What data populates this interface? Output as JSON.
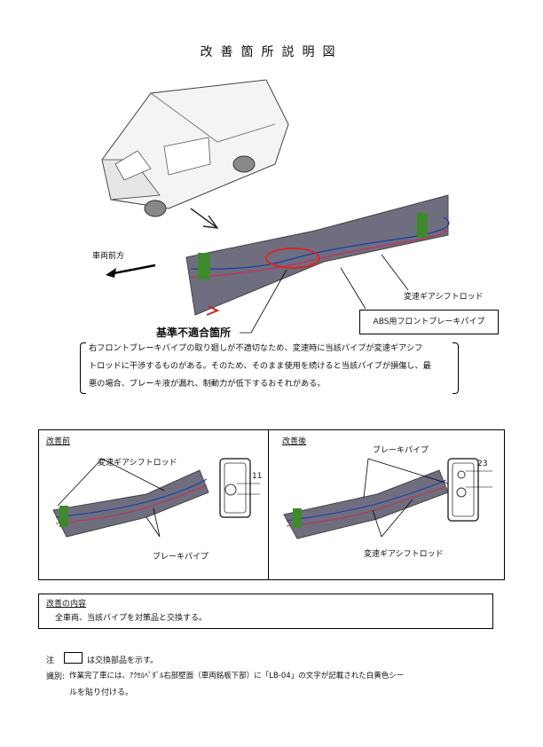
{
  "title": "改善箇所説明図",
  "top_labels": {
    "front_direction": "車両前方",
    "shift_rod": "変速ギアシフトロッド",
    "abs_pipe": "ABS用フロントブレーキパイプ",
    "defect_location": "基準不適合箇所"
  },
  "description_lines": [
    "右フロントブレーキパイプの取り廻しが不適切なため、変速時に当該パイプが変速ギアシフ",
    "トロッドに干渉するものがある。そのため、そのまま使用を続けると当該パイプが損傷し、最",
    "悪の場合、ブレーキ液が漏れ、制動力が低下するおそれがある。"
  ],
  "before": {
    "heading": "改善前",
    "shift_rod": "変速ギアシフトロッド",
    "brake_pipe": "ブレーキパイプ",
    "dimension": "11"
  },
  "after": {
    "heading": "改善後",
    "brake_pipe": "ブレーキパイプ",
    "shift_rod": "変速ギアシフトロッド",
    "dimension": "23"
  },
  "improvement": {
    "heading": "改善の内容",
    "text": "全車両、当該パイプを対策品と交換する。"
  },
  "notes": {
    "note_label": "注",
    "note_text": "は交換部品を示す。",
    "ident_label": "識別:",
    "ident_line1": "作業完了車には、ｱｸｾﾙﾍﾟﾀﾞﾙ右部壁面（車両銘板下部）に「LB-04」の文字が記載された白黄色シー",
    "ident_line2": "ルを貼り付ける。"
  }
}
